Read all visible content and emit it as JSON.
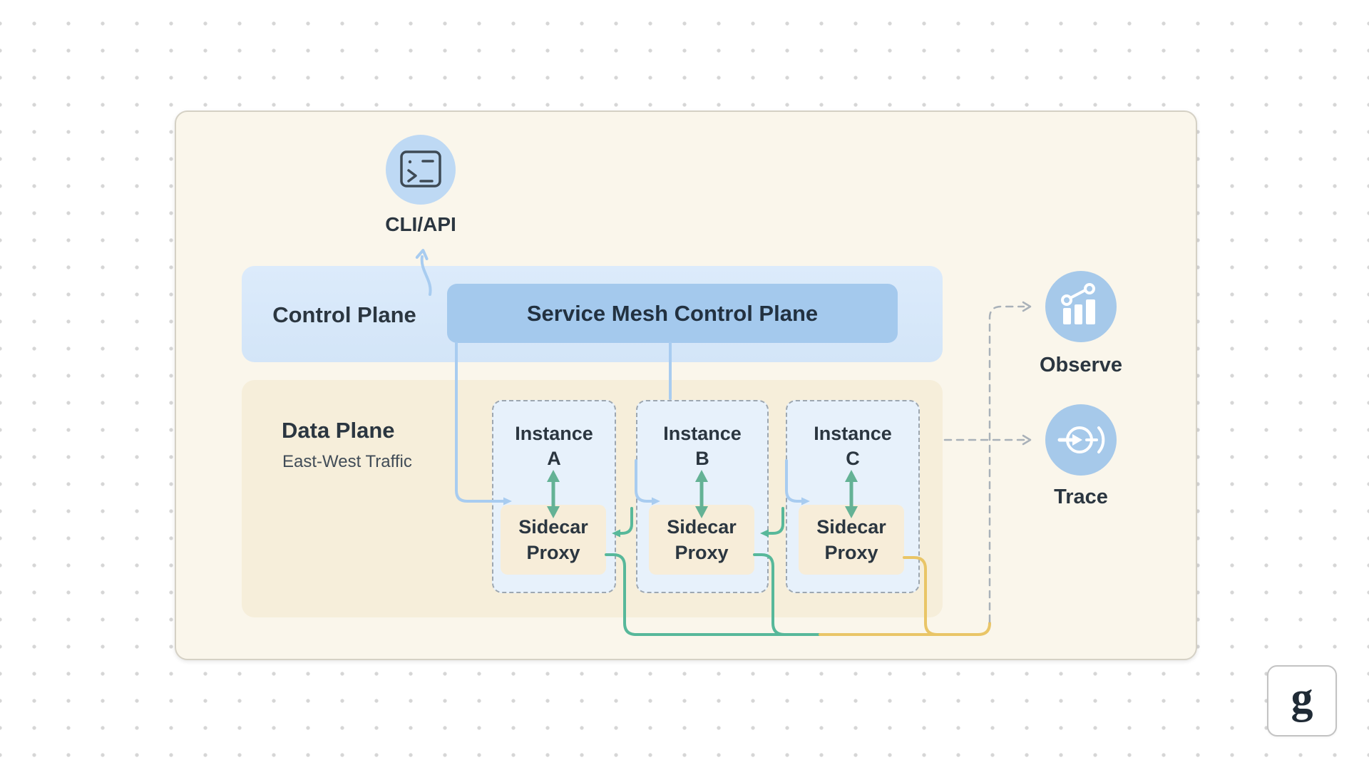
{
  "cli": {
    "label": "CLI/API",
    "icon": "terminal-icon"
  },
  "control_plane": {
    "label": "Control Plane",
    "box_label": "Service Mesh Control Plane"
  },
  "data_plane": {
    "label": "Data Plane",
    "sublabel": "East-West Traffic"
  },
  "instances": [
    {
      "line1": "Instance",
      "line2": "A",
      "proxy_line1": "Sidecar",
      "proxy_line2": "Proxy"
    },
    {
      "line1": "Instance",
      "line2": "B",
      "proxy_line1": "Sidecar",
      "proxy_line2": "Proxy"
    },
    {
      "line1": "Instance",
      "line2": "C",
      "proxy_line1": "Sidecar",
      "proxy_line2": "Proxy"
    }
  ],
  "right_panel": {
    "observe_label": "Observe",
    "observe_icon": "analytics-bars-icon",
    "trace_label": "Trace",
    "trace_icon": "trace-target-arrow-icon"
  },
  "logo": {
    "letter": "g"
  },
  "colors": {
    "text_primary": "#2b3640",
    "text_secondary": "#414c57",
    "dot_color": "#d6d6d6",
    "card_bg": "#faf6eb",
    "card_border": "#d5d1c5",
    "control_band_bg": "#d3e5f8",
    "smcp_bg": "#a4c9ed",
    "data_band_bg": "#f6eeda",
    "instance_bg": "#e7f1fb",
    "instance_border": "#9da7b1",
    "sidecar_bg": "#f7edd9",
    "circle_cli_bg": "#bed9f4",
    "circle_side_bg": "#a6c9ea",
    "blue_line": "#a8ccf0",
    "teal_line": "#57b89a",
    "yellow_line": "#e9c567",
    "green_arrow": "#64b295",
    "dashed_line": "#a9b1b9",
    "icon_stroke": "#3e4a55",
    "logo_color": "#202b36"
  }
}
